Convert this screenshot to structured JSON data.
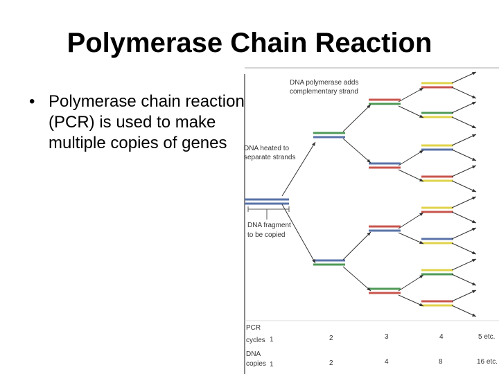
{
  "slide": {
    "title": "Polymerase Chain Reaction",
    "bullets": [
      "Polymerase chain reaction (PCR) is used to make multiple copies of genes"
    ]
  },
  "figure": {
    "labels": {
      "polymerase_line1": "DNA polymerase adds",
      "polymerase_line2": "complementary strand",
      "heated_line1": "DNA heated to",
      "heated_line2": "separate strands",
      "fragment_line1": "DNA fragment",
      "fragment_line2": "to be copied",
      "pcr_line1": "PCR",
      "pcr_line2": "cycles",
      "dna_line1": "DNA",
      "dna_line2": "copies"
    },
    "cycles": [
      "1",
      "2",
      "3",
      "4",
      "5 etc."
    ],
    "copies": [
      "1",
      "2",
      "4",
      "8",
      "16 etc."
    ],
    "colors": {
      "original_strand": "#5a73a8",
      "cycle1_new": "#4f9a57",
      "cycle2_new": "#c8554d",
      "cycle3_new": "#e0d34a",
      "arrow": "#333333"
    }
  }
}
